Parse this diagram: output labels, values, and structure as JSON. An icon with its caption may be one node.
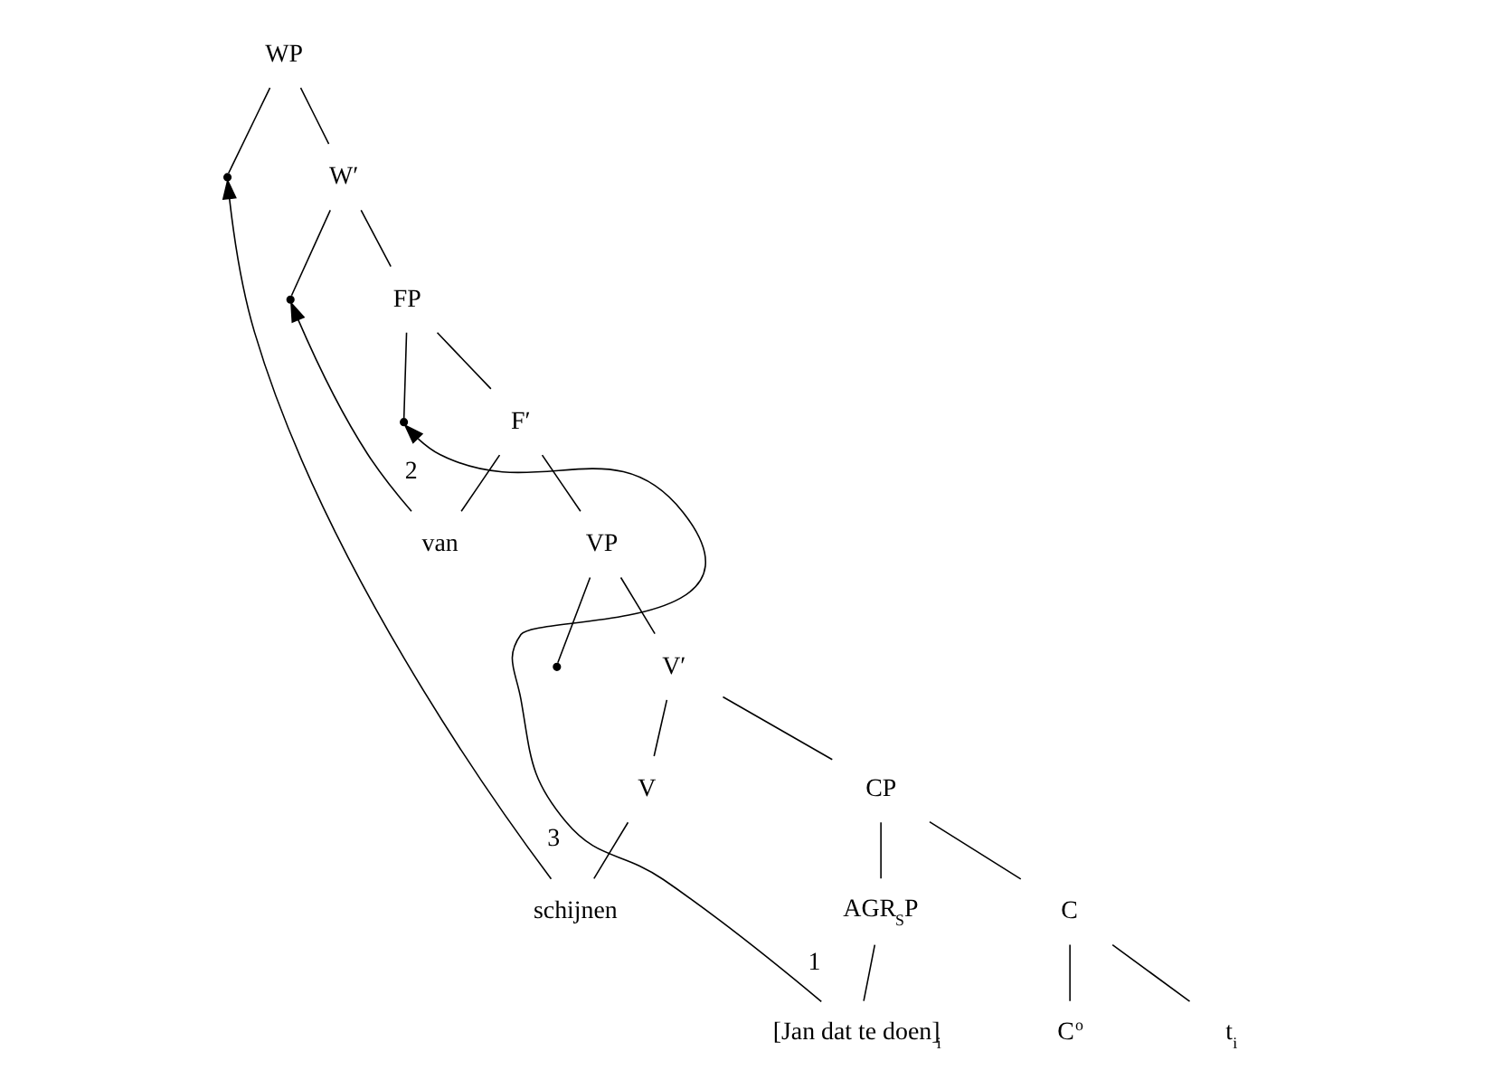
{
  "diagram": {
    "nodes": [
      {
        "text": [
          "WP"
        ]
      },
      {
        "text": [],
        "shape": "point"
      },
      {
        "text": [
          "W′"
        ]
      },
      {
        "text": [],
        "shape": "point"
      },
      {
        "text": [
          "FP"
        ]
      },
      {
        "text": [],
        "shape": "point"
      },
      {
        "text": [
          "F′"
        ]
      },
      {
        "text": [
          "van"
        ]
      },
      {
        "text": [
          "VP"
        ]
      },
      {
        "text": [],
        "shape": "point"
      },
      {
        "text": [
          "V′"
        ]
      },
      {
        "text": [
          "V"
        ]
      },
      {
        "text": [
          "CP"
        ]
      },
      {
        "text": [
          "schijnen"
        ]
      },
      {
        "text": [
          "AGR$_{S}$P"
        ]
      },
      {
        "text": [
          "C"
        ]
      },
      {
        "text": [
          "[Jan dat te doen]$_{i}$"
        ]
      },
      {
        "text": [
          "C$^{o}$"
        ]
      },
      {
        "text": [
          "t$_{i}$"
        ]
      }
    ],
    "edges": [
      {
        "from": 0,
        "to": 1,
        "arrow": "none"
      },
      {
        "from": 0,
        "to": 2,
        "arrow": "none"
      },
      {
        "from": 2,
        "to": 3,
        "arrow": "none"
      },
      {
        "from": 2,
        "to": 4,
        "arrow": "none"
      },
      {
        "from": 4,
        "to": 5,
        "arrow": "none"
      },
      {
        "from": 4,
        "to": 6,
        "arrow": "none"
      },
      {
        "from": 6,
        "to": 7,
        "arrow": "none"
      },
      {
        "from": 6,
        "to": 8,
        "arrow": "none"
      },
      {
        "from": 8,
        "to": 9,
        "arrow": "none"
      },
      {
        "from": 8,
        "to": 10,
        "arrow": "none"
      },
      {
        "from": 10,
        "to": 11,
        "arrow": "none"
      },
      {
        "from": 10,
        "to": 12,
        "arrow": "none"
      },
      {
        "from": 11,
        "to": 13,
        "arrow": "none"
      },
      {
        "from": 12,
        "to": 14,
        "arrow": "none"
      },
      {
        "from": 12,
        "to": 15,
        "arrow": "none"
      },
      {
        "from": 14,
        "to": 16,
        "arrow": "none"
      },
      {
        "from": 15,
        "to": 17,
        "arrow": "none"
      },
      {
        "from": 15,
        "to": 18,
        "arrow": "none"
      },
      {
        "from": 16,
        "to": 5,
        "arrow": "to",
        "label": "1"
      },
      {
        "from": 7,
        "to": 3,
        "arrow": "to",
        "label": "2"
      },
      {
        "from": 13,
        "to": 1,
        "arrow": "to",
        "label": "3"
      }
    ]
  }
}
